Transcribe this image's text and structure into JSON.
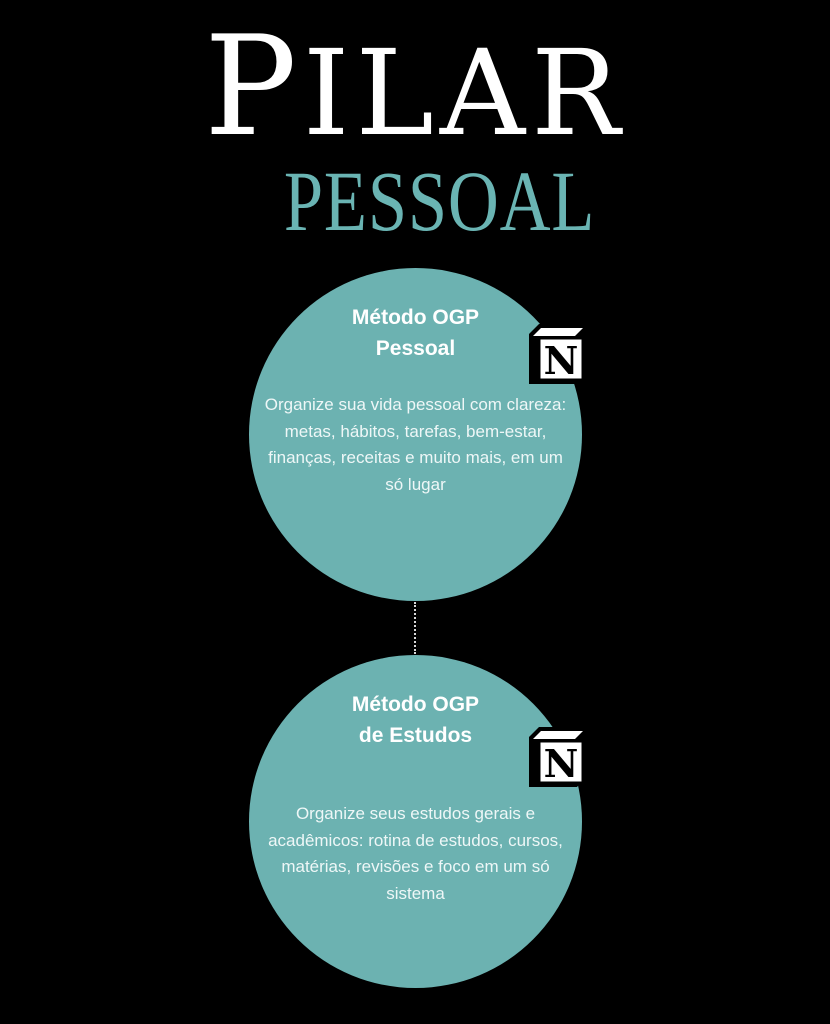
{
  "header": {
    "title_first_letter": "P",
    "title_rest": "ILAR",
    "subtitle": "PESSOAL"
  },
  "colors": {
    "background": "#000000",
    "accent_teal": "#6cb2b1",
    "title_white": "#ffffff"
  },
  "cards": [
    {
      "heading_line1": "Método OGP",
      "heading_line2": "Pessoal",
      "icon": "notion-icon",
      "description": "Organize sua vida pessoal com clareza: metas, hábitos, tarefas, bem-estar, finanças, receitas e muito mais, em um só lugar"
    },
    {
      "heading_line1": "Método OGP",
      "heading_line2": "de Estudos",
      "icon": "notion-icon",
      "description": "Organize seus estudos gerais e acadêmicos: rotina de estudos, cursos, matérias, revisões e foco em um só sistema"
    }
  ],
  "icons": {
    "notion_letter": "N"
  }
}
